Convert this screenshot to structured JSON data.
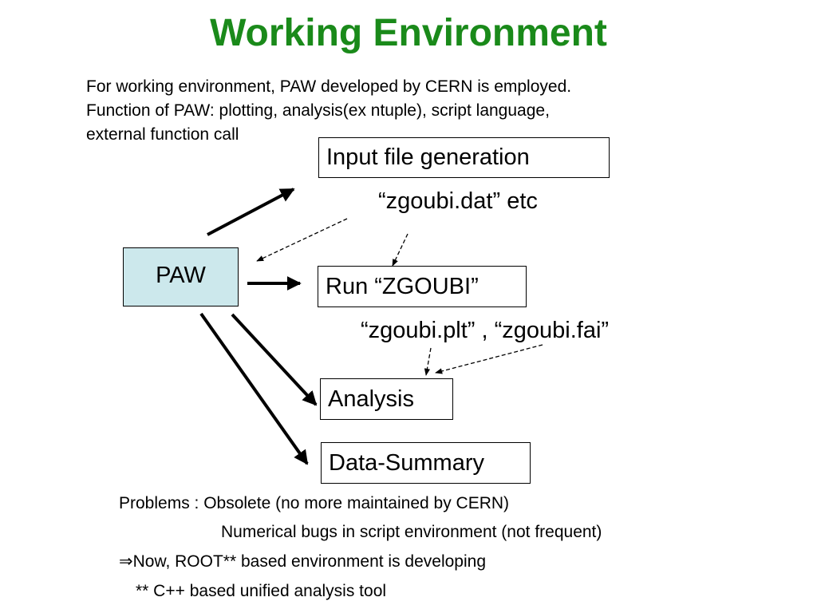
{
  "title": "Working Environment",
  "intro": [
    "For working environment, PAW developed by CERN is employed.",
    "Function of PAW: plotting, analysis(ex ntuple), script language,",
    "external function call"
  ],
  "nodes": {
    "paw": "PAW",
    "input": "Input file generation",
    "run": "Run “ZGOUBI”",
    "analysis": "Analysis",
    "summary": "Data-Summary"
  },
  "labels": {
    "dat": "“zgoubi.dat” etc",
    "plt": "“zgoubi.plt” , “zgoubi.fai”"
  },
  "notes": {
    "problems_line1": "Problems : Obsolete (no more maintained by CERN)",
    "problems_line2": "Numerical bugs in script environment (not frequent)",
    "now_symbol": "⇒",
    "now_text": "Now, ROOT** based environment is developing",
    "footnote": "** C++ based unified analysis tool"
  }
}
